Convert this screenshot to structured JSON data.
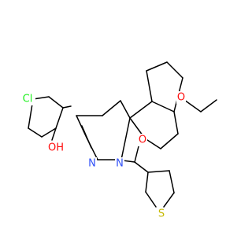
{
  "diagram": {
    "type": "chemical-structure",
    "atom_labels": {
      "cl": "Cl",
      "oh": "OH",
      "n1": "N",
      "n2": "N",
      "o_ring": "O",
      "o_ethoxy": "O",
      "s": "S"
    },
    "colors": {
      "carbon_bond": "#000000",
      "Cl": "#1FF01F",
      "O": "#FF0D0D",
      "N": "#3050F8",
      "S": "#C6B900"
    }
  }
}
